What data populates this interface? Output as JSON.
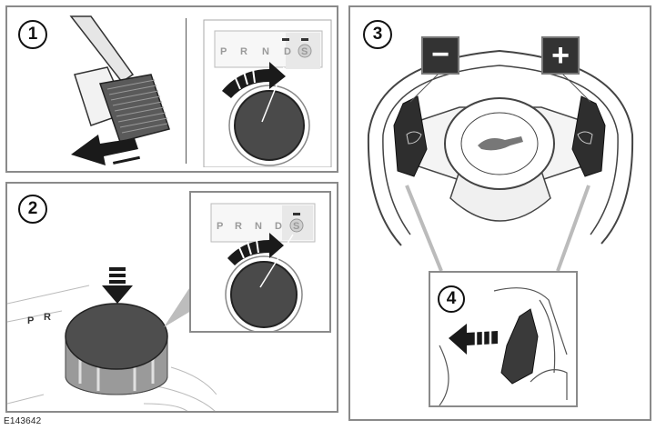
{
  "panels": [
    {
      "number": "1"
    },
    {
      "number": "2"
    },
    {
      "number": "3"
    },
    {
      "number": "4"
    }
  ],
  "gear_letters": [
    "P",
    "R",
    "N",
    "D",
    "S"
  ],
  "paddle_signs": {
    "minus": "−",
    "plus": "+"
  },
  "figure_code": "E143642",
  "colors": {
    "frame": "#8a8a8a",
    "dark": "#2a2a2a",
    "knob": "#4a4a4a",
    "paddle_box": "#333333"
  }
}
